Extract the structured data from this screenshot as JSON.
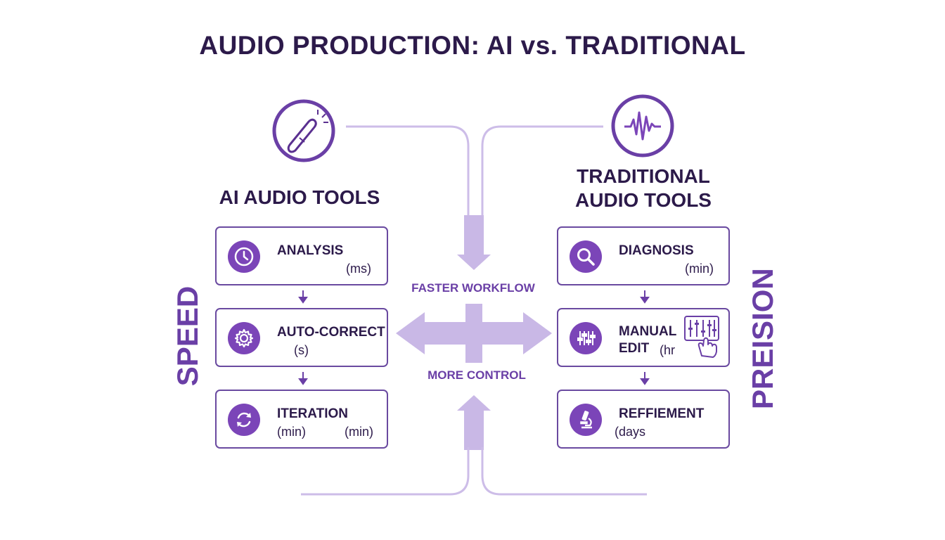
{
  "title": "AUDIO PRODUCTION: AI vs. TRADITIONAL",
  "left": {
    "heading": "AI AUDIO TOOLS",
    "side_label": "SPEED",
    "header_icon": "magic-wand-icon",
    "steps": [
      {
        "label": "ANALYSIS",
        "units": [
          "(ms)"
        ],
        "icon": "clock-icon"
      },
      {
        "label": "AUTO-CORRECT",
        "units": [
          "(s)"
        ],
        "icon": "gear-icon"
      },
      {
        "label": "ITERATION",
        "units": [
          "(min)",
          "(min)"
        ],
        "icon": "refresh-icon"
      }
    ]
  },
  "right": {
    "heading": "TRADITIONAL AUDIO TOOLS",
    "side_label": "PREISION",
    "header_icon": "waveform-icon",
    "steps": [
      {
        "label": "DIAGNOSIS",
        "units": [
          "(min)"
        ],
        "icon": "magnifier-icon"
      },
      {
        "label": "MANUAL EDIT",
        "units": [
          "(hr"
        ],
        "icon": "sliders-icon",
        "extra_icon": "mixer-hand-icon"
      },
      {
        "label": "REFFIEMENT",
        "units": [
          "(days"
        ],
        "icon": "microscope-icon"
      }
    ]
  },
  "center": {
    "top_text": "FASTER WORKFLOW",
    "bottom_text": "MORE CONTROL"
  },
  "colors": {
    "primary": "#7b45b8",
    "text": "#2c1a4a",
    "arrow": "#c9b8e6",
    "line": "#cdbde8"
  }
}
